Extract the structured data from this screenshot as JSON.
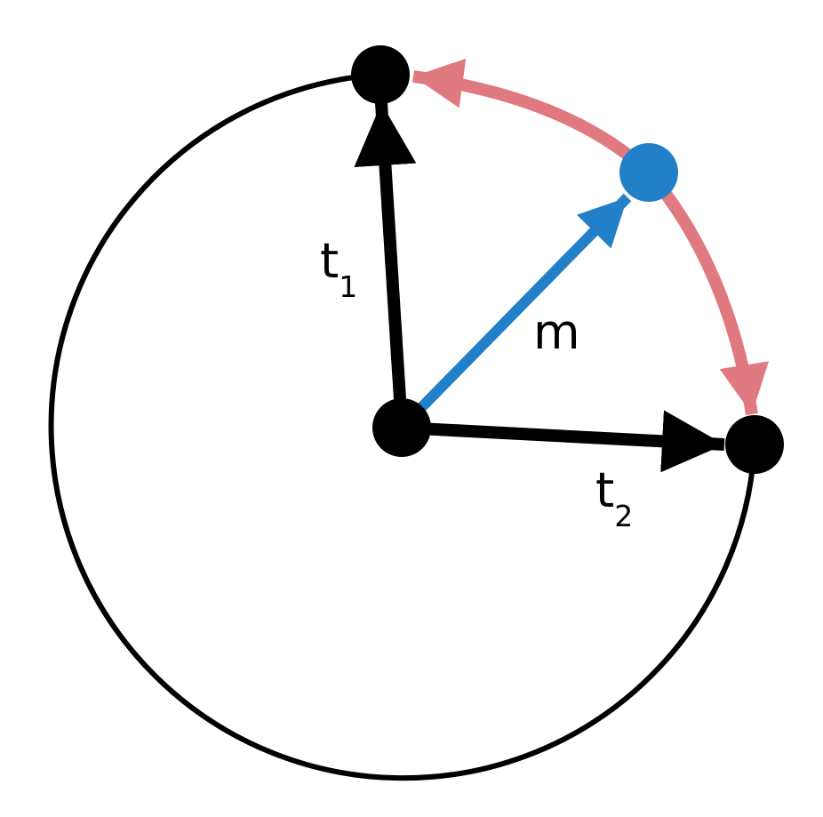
{
  "labels": {
    "t1": {
      "main": "t",
      "sub": "1"
    },
    "t2": {
      "main": "t",
      "sub": "2"
    },
    "m": "m"
  },
  "colors": {
    "background": "#ffffff",
    "circle_outline": "#000000",
    "vectors_t": "#000000",
    "vector_m": "#2280c8",
    "interpolation_arc": "#e07a80",
    "point_m": "#2280c8",
    "points": "#000000"
  }
}
